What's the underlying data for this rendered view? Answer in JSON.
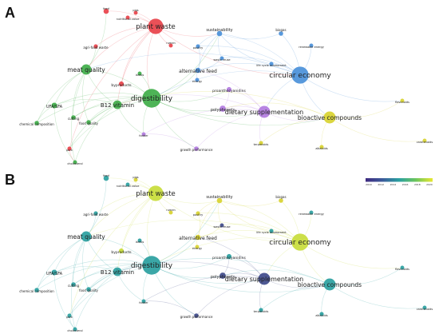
{
  "panels": [
    {
      "letter": "A",
      "mode": "cluster"
    },
    {
      "letter": "B",
      "mode": "overlay",
      "legend": [
        "2010",
        "2012",
        "2014",
        "2016",
        "2018",
        "2020"
      ]
    }
  ],
  "palette": {
    "red": "#e8424a",
    "green": "#3fae49",
    "blue": "#4a90d9",
    "yellow": "#d8d230",
    "purple": "#b27be0",
    "navy": "#3f4a8a",
    "teal": "#2aa0a0",
    "lime": "#c8dc3a"
  },
  "nodes": [
    {
      "id": "plant-waste",
      "label": "plant waste",
      "size": 8,
      "cluster": "red",
      "overlay": "lime"
    },
    {
      "id": "sustainability",
      "label": "sustainability",
      "size": 2,
      "cluster": "blue",
      "overlay": "yellow"
    },
    {
      "id": "biogas",
      "label": "biogas",
      "size": 1.5,
      "cluster": "blue",
      "overlay": "yellow"
    },
    {
      "id": "renewable-energy",
      "label": "renewable energy",
      "size": 1.2,
      "cluster": "blue",
      "overlay": "teal"
    },
    {
      "id": "feed",
      "label": "feed",
      "size": 2,
      "cluster": "red",
      "overlay": "teal"
    },
    {
      "id": "pigs",
      "label": "pigs",
      "size": 1.2,
      "cluster": "red",
      "overlay": "yellow"
    },
    {
      "id": "nutritional-value",
      "label": "nutritional value",
      "size": 1.2,
      "cluster": "red",
      "overlay": "teal"
    },
    {
      "id": "rumen",
      "label": "rumen",
      "size": 1.2,
      "cluster": "red",
      "overlay": "yellow"
    },
    {
      "id": "poultry",
      "label": "poultry",
      "size": 1.3,
      "cluster": "blue",
      "overlay": "yellow"
    },
    {
      "id": "waste-reuse",
      "label": "waste reuse",
      "size": 1.2,
      "cluster": "blue",
      "overlay": "navy"
    },
    {
      "id": "life-cycle-assessment",
      "label": "life cycle assessment",
      "size": 1.3,
      "cluster": "blue",
      "overlay": "teal"
    },
    {
      "id": "agri-food-waste",
      "label": "agri-food waste",
      "size": 1.3,
      "cluster": "red",
      "overlay": "teal"
    },
    {
      "id": "meat-quality",
      "label": "meat quality",
      "size": 5,
      "cluster": "green",
      "overlay": "teal"
    },
    {
      "id": "alternative-feed",
      "label": "alternative feed",
      "size": 2,
      "cluster": "blue",
      "overlay": "yellow"
    },
    {
      "id": "circular-economy",
      "label": "circular economy",
      "size": 9,
      "cluster": "blue",
      "overlay": "lime"
    },
    {
      "id": "energy",
      "label": "energy",
      "size": 1.2,
      "cluster": "blue",
      "overlay": "yellow"
    },
    {
      "id": "lambs",
      "label": "lambs",
      "size": 1.2,
      "cluster": "green",
      "overlay": "teal"
    },
    {
      "id": "byproducts",
      "label": "byproducts",
      "size": 1.8,
      "cluster": "red",
      "overlay": "lime"
    },
    {
      "id": "digestibility",
      "label": "digestibility",
      "size": 10,
      "cluster": "green",
      "overlay": "teal"
    },
    {
      "id": "proanthocyanidins",
      "label": "proanthocyanidins",
      "size": 1.8,
      "cluster": "purple",
      "overlay": "teal"
    },
    {
      "id": "b12-vitamin",
      "label": "B12 vitamin",
      "size": 4,
      "cluster": "green",
      "overlay": "teal"
    },
    {
      "id": "polyphenols",
      "label": "polyphenols",
      "size": 2.5,
      "cluster": "purple",
      "overlay": "navy"
    },
    {
      "id": "dietary-supplementation",
      "label": "dietary supplementation",
      "size": 6,
      "cluster": "purple",
      "overlay": "navy"
    },
    {
      "id": "ufa-sfa",
      "label": "UFA/SFA",
      "size": 2.2,
      "cluster": "green",
      "overlay": "teal"
    },
    {
      "id": "cutting",
      "label": "cutting",
      "size": 1.5,
      "cluster": "green",
      "overlay": "teal"
    },
    {
      "id": "food-quality",
      "label": "food quality",
      "size": 1.5,
      "cluster": "green",
      "overlay": "teal"
    },
    {
      "id": "bioactive-compounds",
      "label": "bioactive compounds",
      "size": 6,
      "cluster": "yellow",
      "overlay": "teal"
    },
    {
      "id": "chemical-composition",
      "label": "chemical composition",
      "size": 1.5,
      "cluster": "green",
      "overlay": "teal"
    },
    {
      "id": "fodder",
      "label": "fodder",
      "size": 1.2,
      "cluster": "purple",
      "overlay": "teal"
    },
    {
      "id": "terpenoids",
      "label": "terpenoids",
      "size": 1.3,
      "cluster": "yellow",
      "overlay": "teal"
    },
    {
      "id": "alkaloids",
      "label": "alkaloids",
      "size": 1.3,
      "cluster": "yellow",
      "overlay": "teal"
    },
    {
      "id": "growth-performance",
      "label": "growth performance",
      "size": 1.5,
      "cluster": "purple",
      "overlay": "navy"
    },
    {
      "id": "pork",
      "label": "pork",
      "size": 1.3,
      "cluster": "red",
      "overlay": "teal"
    },
    {
      "id": "flavonoids",
      "label": "flavonoids",
      "size": 1.2,
      "cluster": "yellow",
      "overlay": "teal"
    },
    {
      "id": "carotenoids",
      "label": "carotenoids",
      "size": 1.2,
      "cluster": "yellow",
      "overlay": "teal"
    },
    {
      "id": "cholesterol",
      "label": "cholesterol",
      "size": 1.2,
      "cluster": "green",
      "overlay": "teal"
    }
  ]
}
